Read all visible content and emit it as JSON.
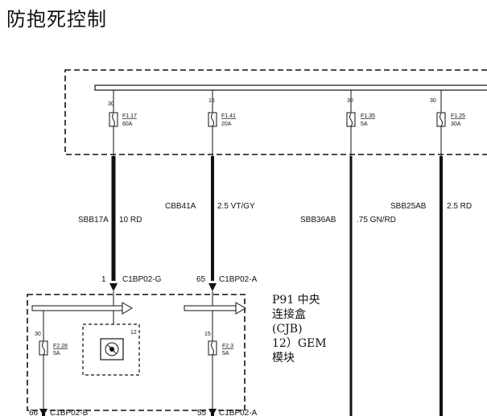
{
  "page": {
    "title": "防抱死控制"
  },
  "fuses_top": [
    {
      "id": "F1.17",
      "rating": "60A",
      "pin": "30"
    },
    {
      "id": "F1.41",
      "rating": "20A",
      "pin": "15"
    },
    {
      "id": "F1.35",
      "rating": "5A",
      "pin": "30"
    },
    {
      "id": "F1.25",
      "rating": "30A",
      "pin": "30"
    }
  ],
  "wires": [
    {
      "circuit": "SBB17A",
      "spec": "10 RD"
    },
    {
      "circuit": "CBB41A",
      "spec": "2.5 VT/GY"
    },
    {
      "circuit": "SBB36AB",
      "spec": ".75 GN/RD"
    },
    {
      "circuit": "SBB25AB",
      "spec": "2.5 RD"
    }
  ],
  "connectors_in": [
    {
      "pin": "1",
      "connector": "C1BP02-G"
    },
    {
      "pin": "65",
      "connector": "C1BP02-A"
    }
  ],
  "fuses_bottom": [
    {
      "id": "F2.28",
      "rating": "5A",
      "pin": "30"
    },
    {
      "id": "F2.3",
      "rating": "5A",
      "pin": "15"
    }
  ],
  "relay": {
    "pin": "12"
  },
  "connectors_out": [
    {
      "pin": "66",
      "connector": "C1BP02-B"
    },
    {
      "pin": "55",
      "connector": "C1BP02-A"
    }
  ],
  "module_label": [
    "P91 中央",
    "连接盒",
    "(CJB)",
    "12）GEM",
    "模块"
  ]
}
